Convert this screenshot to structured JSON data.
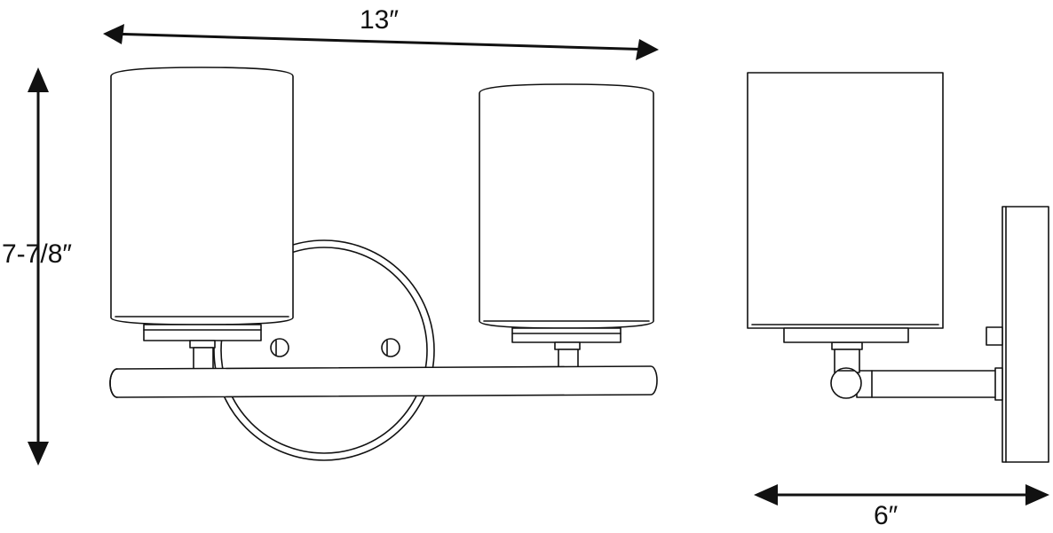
{
  "dimensions": {
    "width": "13″",
    "height": "7-7/8″",
    "depth": "6″"
  },
  "colors": {
    "line": "#111111",
    "background": "#ffffff"
  }
}
